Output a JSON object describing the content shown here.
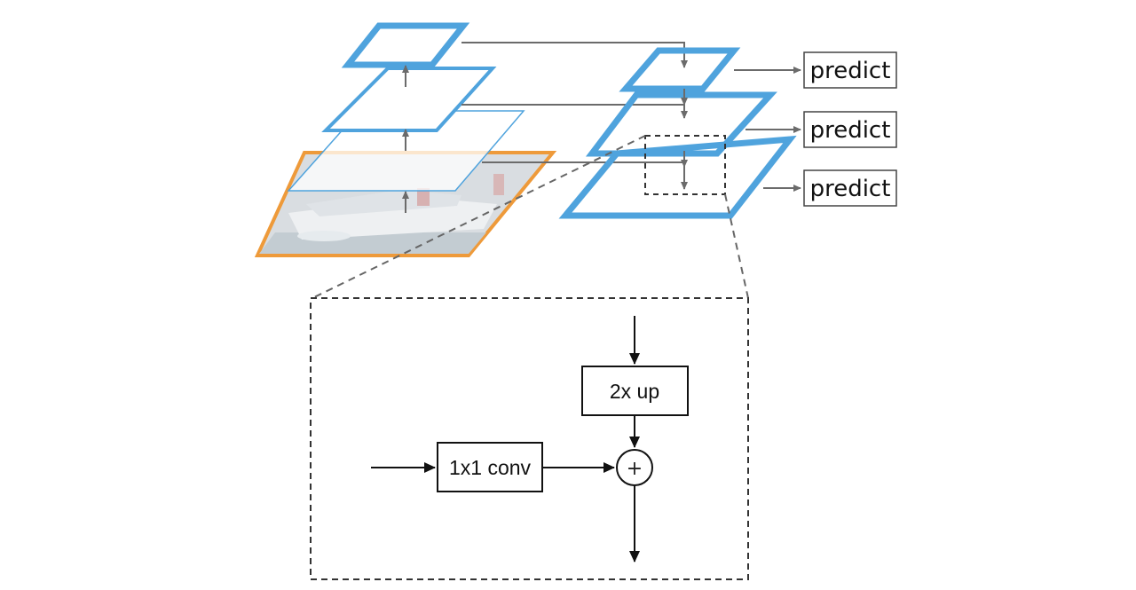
{
  "labels": {
    "predict_1": "predict",
    "predict_2": "predict",
    "predict_3": "predict",
    "upsample": "2x up",
    "lateral": "1x1 conv",
    "add_symbol": "+"
  },
  "colors": {
    "feature_map": "#4fa3dd",
    "input_image_border": "#ee9a3a",
    "arrow_gray": "#6b6b6b",
    "arrow_black": "#111111",
    "box_border": "#444444"
  }
}
